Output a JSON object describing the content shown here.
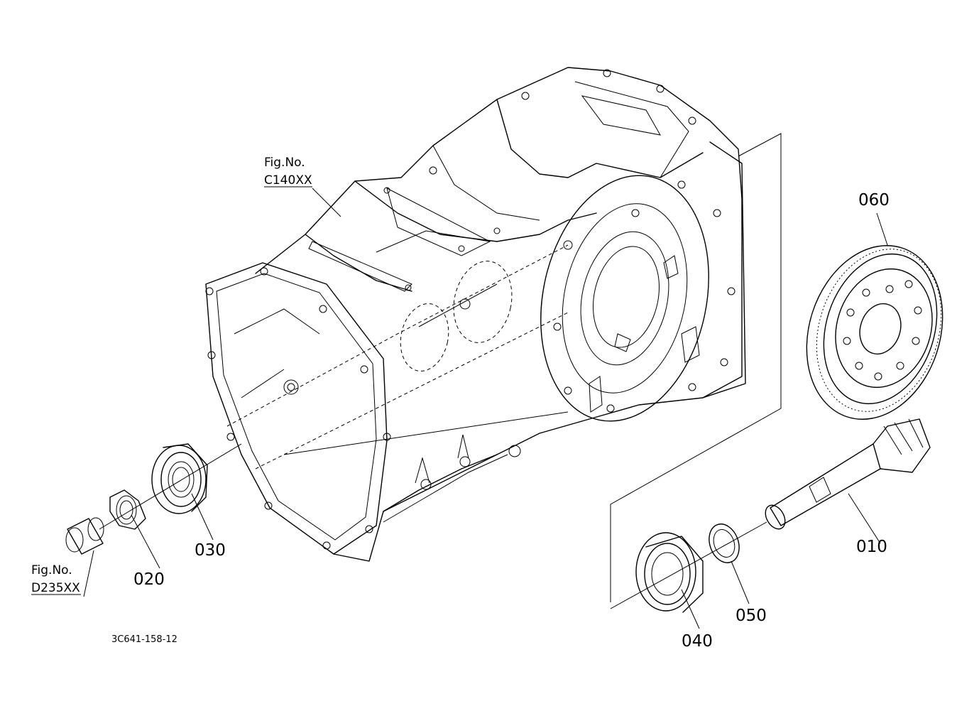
{
  "refs": {
    "top": {
      "line1": "Fig.No.",
      "line2": "C140XX"
    },
    "bottom": {
      "line1": "Fig.No.",
      "line2": "D235XX"
    }
  },
  "parts": [
    {
      "label": "060"
    },
    {
      "label": "010"
    },
    {
      "label": "020"
    },
    {
      "label": "030"
    },
    {
      "label": "040"
    },
    {
      "label": "050"
    }
  ],
  "drawing_code": "3C641-158-12"
}
